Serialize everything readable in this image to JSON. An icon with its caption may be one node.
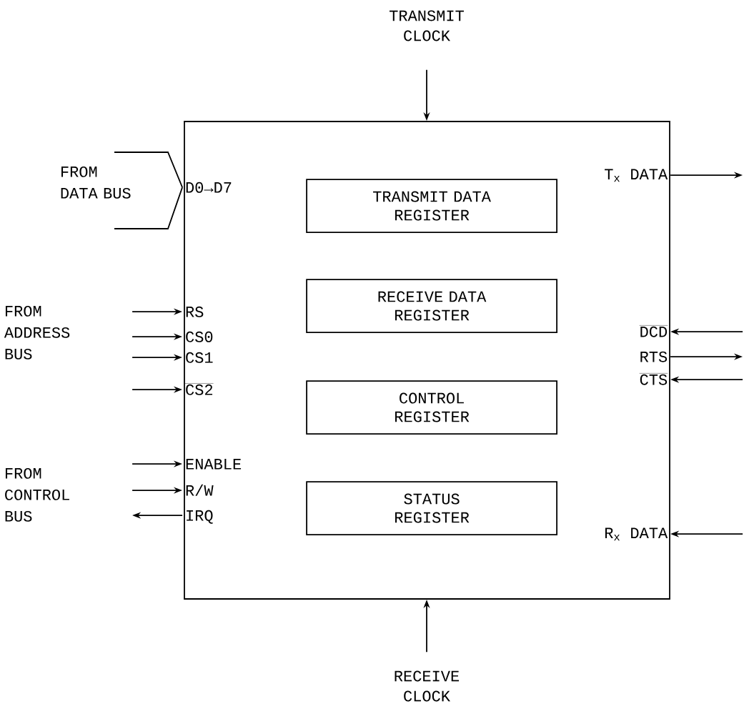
{
  "diagram": {
    "nodes": [
      {
        "text": [
          "TRANSMIT CLOCK"
        ]
      },
      {
        "text": [],
        "shape": "box"
      },
      {
        "text": [
          "D0→D7"
        ],
        "in": 1
      },
      {
        "text": [
          "TRANSMIT DATA REGISTER"
        ],
        "in": 1
      },
      {
        "text": [
          "T$_{x}$ DATA"
        ],
        "in": 1
      },
      {
        "text": [
          "RECEIVE DATA REGISTER"
        ],
        "in": 1
      },
      {
        "text": [
          "RS"
        ],
        "in": 1
      },
      {
        "text": [
          "DCD"
        ],
        "in": 1
      },
      {
        "text": [
          "CS0"
        ],
        "in": 1
      },
      {
        "text": [
          "RTS"
        ],
        "in": 1
      },
      {
        "text": [
          "CS1"
        ],
        "in": 1
      },
      {
        "text": [
          "CTS"
        ],
        "in": 1
      },
      {
        "text": [
          "CS2"
        ],
        "in": 1
      },
      {
        "text": [
          "CONTROL REGISTER"
        ],
        "in": 1
      },
      {
        "text": [
          "ENABLE"
        ],
        "in": 1
      },
      {
        "text": [
          "R/W"
        ],
        "in": 1
      },
      {
        "text": [
          "STATUS REGISTER"
        ],
        "in": 1
      },
      {
        "text": [
          "IRQ"
        ],
        "in": 1
      },
      {
        "text": [
          "R$_{x}$ DATA"
        ],
        "in": 1
      },
      {
        "text": [
          "RECEIVE CLOCK"
        ]
      }
    ],
    "edges": [
      {
        "from": 0,
        "to": 1,
        "arrow": "to"
      },
      {
        "from": null,
        "to": 2,
        "arrow": "none"
      },
      {
        "from": null,
        "to": 2,
        "arrow": "none"
      },
      {
        "from": 4,
        "to": null,
        "arrow": "to"
      },
      {
        "from": null,
        "to": 6,
        "arrow": "to"
      },
      {
        "from": null,
        "to": 7,
        "arrow": "to"
      },
      {
        "from": null,
        "to": 8,
        "arrow": "to"
      },
      {
        "from": 9,
        "to": null,
        "arrow": "to"
      },
      {
        "from": null,
        "to": 10,
        "arrow": "to"
      },
      {
        "from": null,
        "to": 11,
        "arrow": "to"
      },
      {
        "from": null,
        "to": 12,
        "arrow": "to"
      },
      {
        "from": null,
        "to": 14,
        "arrow": "to"
      },
      {
        "from": null,
        "to": 15,
        "arrow": "to"
      },
      {
        "from": 17,
        "to": null,
        "arrow": "to"
      },
      {
        "from": null,
        "to": 18,
        "arrow": "to"
      },
      {
        "from": 19,
        "to": 1,
        "arrow": "to"
      }
    ],
    "labels": [
      "FROM DATA BUS",
      "FROM ADDRESS BUS",
      "FROM CONTROL BUS"
    ]
  }
}
